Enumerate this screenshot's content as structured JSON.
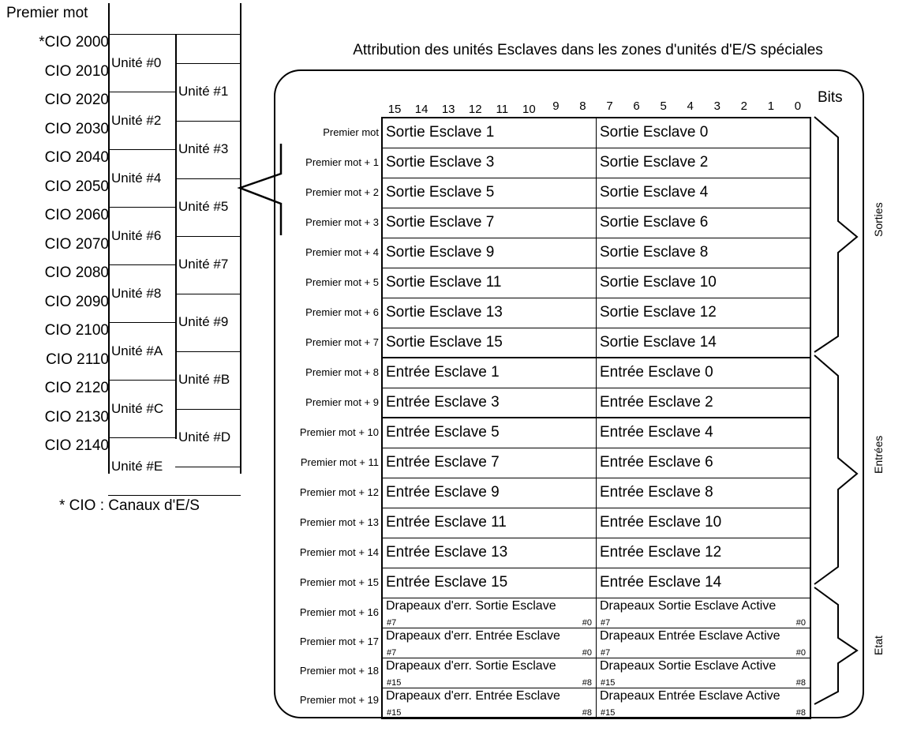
{
  "title": "Attribution des unités Esclaves dans les zones d'unités d'E/S spéciales",
  "left_panel": {
    "header_label": "Premier mot",
    "footnote": "* CIO : Canaux d'E/S",
    "cio_labels": [
      "*CIO 2000",
      "CIO 2010",
      "CIO 2020",
      "CIO 2030",
      "CIO 2040",
      "CIO 2050",
      "CIO 2060",
      "CIO 2070",
      "CIO 2080",
      "CIO 2090",
      "CIO 2100",
      "CIO 2110",
      "CIO 2120",
      "CIO 2130",
      "CIO 2140"
    ],
    "units_col1": [
      "Unité #0",
      "Unité #2",
      "Unité #4",
      "Unité #6",
      "Unité #8",
      "Unité #A",
      "Unité #C",
      "Unité #E"
    ],
    "units_col2": [
      "Unité #1",
      "Unité #3",
      "Unité #5",
      "Unité #7",
      "Unité #9",
      "Unité #B",
      "Unité #D"
    ]
  },
  "bits": {
    "label": "Bits",
    "numbers": [
      "15",
      "14",
      "13",
      "12",
      "11",
      "10",
      "9",
      "8",
      "7",
      "6",
      "5",
      "4",
      "3",
      "2",
      "1",
      "0"
    ]
  },
  "row_labels": [
    "Premier mot",
    "Premier mot + 1",
    "Premier mot + 2",
    "Premier mot + 3",
    "Premier mot + 4",
    "Premier mot + 5",
    "Premier mot + 6",
    "Premier mot + 7",
    "Premier mot + 8",
    "Premier mot + 9",
    "Premier mot + 10",
    "Premier mot + 11",
    "Premier mot + 12",
    "Premier mot + 13",
    "Premier mot + 14",
    "Premier mot + 15",
    "Premier mot + 16",
    "Premier mot + 17",
    "Premier mot + 18",
    "Premier mot + 19"
  ],
  "table_rows": [
    {
      "left": "Sortie Esclave 1",
      "right": "Sortie Esclave 0"
    },
    {
      "left": "Sortie Esclave 3",
      "right": "Sortie Esclave 2"
    },
    {
      "left": "Sortie Esclave 5",
      "right": "Sortie Esclave 4"
    },
    {
      "left": "Sortie Esclave 7",
      "right": "Sortie Esclave 6"
    },
    {
      "left": "Sortie Esclave 9",
      "right": "Sortie Esclave 8"
    },
    {
      "left": "Sortie Esclave 11",
      "right": "Sortie Esclave 10"
    },
    {
      "left": "Sortie Esclave 13",
      "right": "Sortie Esclave 12"
    },
    {
      "left": "Sortie Esclave 15",
      "right": "Sortie Esclave 14"
    },
    {
      "left": "Entrée Esclave 1",
      "right": "Entrée Esclave 0"
    },
    {
      "left": "Entrée Esclave 3",
      "right": "Entrée Esclave 2"
    },
    {
      "left": "Entrée Esclave 5",
      "right": "Entrée Esclave 4"
    },
    {
      "left": "Entrée Esclave 7",
      "right": "Entrée Esclave 6"
    },
    {
      "left": "Entrée Esclave 9",
      "right": "Entrée Esclave 8"
    },
    {
      "left": "Entrée Esclave 11",
      "right": "Entrée Esclave 10"
    },
    {
      "left": "Entrée Esclave 13",
      "right": "Entrée Esclave 12"
    },
    {
      "left": "Entrée Esclave 15",
      "right": "Entrée Esclave 14"
    }
  ],
  "flag_rows": [
    {
      "left_text": "Drapeaux d'err. Sortie Esclave",
      "left_from": "#7",
      "left_to": "#0",
      "right_text": "Drapeaux Sortie Esclave Active",
      "right_from": "#7",
      "right_to": "#0"
    },
    {
      "left_text": "Drapeaux d'err. Entrée Esclave",
      "left_from": "#7",
      "left_to": "#0",
      "right_text": "Drapeaux Entrée Esclave Active",
      "right_from": "#7",
      "right_to": "#0"
    },
    {
      "left_text": "Drapeaux d'err. Sortie Esclave",
      "left_from": "#15",
      "left_to": "#8",
      "right_text": "Drapeaux Sortie Esclave Active",
      "right_from": "#15",
      "right_to": "#8"
    },
    {
      "left_text": "Drapeaux d'err. Entrée Esclave",
      "left_from": "#15",
      "left_to": "#8",
      "right_text": "Drapeaux Entrée Esclave Active",
      "right_from": "#15",
      "right_to": "#8"
    }
  ],
  "brackets": [
    {
      "label": "Sorties"
    },
    {
      "label": "Entrées"
    },
    {
      "label": "Etat"
    }
  ]
}
